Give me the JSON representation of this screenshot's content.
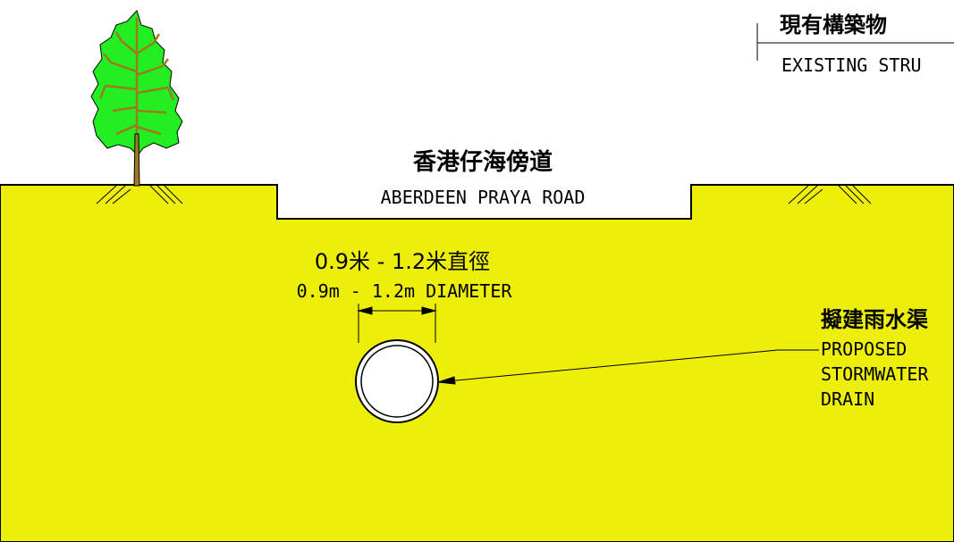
{
  "colors": {
    "ground": "#eeee0b",
    "tree_foliage": "#22ee22",
    "tree_branches": "#9e7a1e",
    "line": "#000000",
    "pipe_fill": "#ffffff"
  },
  "existing_structure": {
    "label_zh": "現有構築物",
    "label_en": "EXISTING STRU"
  },
  "road": {
    "label_zh": "香港仔海傍道",
    "label_en": "ABERDEEN PRAYA ROAD"
  },
  "diameter": {
    "label_zh": "0.9米 - 1.2米直徑",
    "label_en": "0.9m - 1.2m DIAMETER"
  },
  "proposed_drain": {
    "label_zh": "擬建雨水渠",
    "label_en_lines": [
      "PROPOSED",
      "STORMWATER",
      "DRAIN"
    ]
  }
}
